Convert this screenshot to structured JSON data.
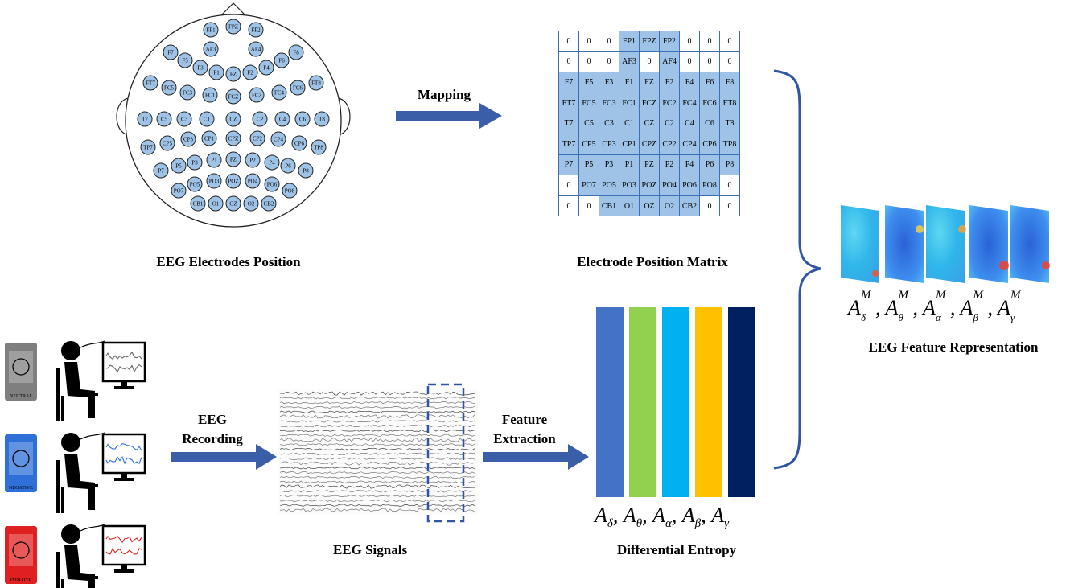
{
  "labels": {
    "electrodes_position": "EEG Electrodes Position",
    "position_matrix": "Electrode Position Matrix",
    "mapping": "Mapping",
    "eeg_recording_1": "EEG",
    "eeg_recording_2": "Recording",
    "eeg_signals": "EEG Signals",
    "feature_1": "Feature",
    "feature_2": "Extraction",
    "differential_entropy": "Differential Entropy",
    "feature_representation": "EEG Feature Representation"
  },
  "matrix": [
    [
      "0",
      "0",
      "0",
      "FP1",
      "FPZ",
      "FP2",
      "0",
      "0",
      "0"
    ],
    [
      "0",
      "0",
      "0",
      "AF3",
      "0",
      "AF4",
      "0",
      "0",
      "0"
    ],
    [
      "F7",
      "F5",
      "F3",
      "F1",
      "FZ",
      "F2",
      "F4",
      "F6",
      "F8"
    ],
    [
      "FT7",
      "FC5",
      "FC3",
      "FC1",
      "FCZ",
      "FC2",
      "FC4",
      "FC6",
      "FT8"
    ],
    [
      "T7",
      "C5",
      "C3",
      "C1",
      "CZ",
      "C2",
      "C4",
      "C6",
      "T8"
    ],
    [
      "TP7",
      "CP5",
      "CP3",
      "CP1",
      "CPZ",
      "CP2",
      "CP4",
      "CP6",
      "TP8"
    ],
    [
      "P7",
      "P5",
      "P3",
      "P1",
      "PZ",
      "P2",
      "P4",
      "P6",
      "P8"
    ],
    [
      "0",
      "PO7",
      "PO5",
      "PO3",
      "POZ",
      "PO4",
      "PO6",
      "PO8",
      "0"
    ],
    [
      "0",
      "0",
      "CB1",
      "O1",
      "OZ",
      "O2",
      "CB2",
      "0",
      "0"
    ]
  ],
  "head_electrodes": [
    {
      "n": "FP1"
    },
    {
      "n": "FPZ"
    },
    {
      "n": "FP2"
    },
    {
      "n": "AF3"
    },
    {
      "n": "AF4"
    },
    {
      "n": "F7"
    },
    {
      "n": "F5"
    },
    {
      "n": "F3"
    },
    {
      "n": "F1"
    },
    {
      "n": "FZ"
    },
    {
      "n": "F2"
    },
    {
      "n": "F4"
    },
    {
      "n": "F6"
    },
    {
      "n": "F8"
    },
    {
      "n": "FT7"
    },
    {
      "n": "FC5"
    },
    {
      "n": "FC3"
    },
    {
      "n": "FC1"
    },
    {
      "n": "FCZ"
    },
    {
      "n": "FC2"
    },
    {
      "n": "FC4"
    },
    {
      "n": "FC6"
    },
    {
      "n": "FT8"
    },
    {
      "n": "T7"
    },
    {
      "n": "C5"
    },
    {
      "n": "C3"
    },
    {
      "n": "C1"
    },
    {
      "n": "CZ"
    },
    {
      "n": "C2"
    },
    {
      "n": "C4"
    },
    {
      "n": "C6"
    },
    {
      "n": "T8"
    },
    {
      "n": "TP7"
    },
    {
      "n": "CP5"
    },
    {
      "n": "CP3"
    },
    {
      "n": "CP1"
    },
    {
      "n": "CPZ"
    },
    {
      "n": "CP2"
    },
    {
      "n": "CP4"
    },
    {
      "n": "CP6"
    },
    {
      "n": "TP8"
    },
    {
      "n": "P7"
    },
    {
      "n": "P5"
    },
    {
      "n": "P3"
    },
    {
      "n": "P1"
    },
    {
      "n": "PZ"
    },
    {
      "n": "P2"
    },
    {
      "n": "P4"
    },
    {
      "n": "P6"
    },
    {
      "n": "P8"
    },
    {
      "n": "PO7"
    },
    {
      "n": "PO5"
    },
    {
      "n": "PO3"
    },
    {
      "n": "POZ"
    },
    {
      "n": "PO4"
    },
    {
      "n": "PO6"
    },
    {
      "n": "PO8"
    },
    {
      "n": "CB1"
    },
    {
      "n": "O1"
    },
    {
      "n": "OZ"
    },
    {
      "n": "O2"
    },
    {
      "n": "CB2"
    }
  ],
  "bands": [
    {
      "sym": "A",
      "sub": "δ",
      "color": "#4472c4"
    },
    {
      "sym": "A",
      "sub": "θ",
      "color": "#92d050"
    },
    {
      "sym": "A",
      "sub": "α",
      "color": "#00b0f0"
    },
    {
      "sym": "A",
      "sub": "β",
      "color": "#ffc000"
    },
    {
      "sym": "A",
      "sub": "γ",
      "color": "#002060"
    }
  ],
  "rep_sup": "M",
  "subjects": [
    {
      "tag": "NEUTRAL",
      "color": "#7f7f7f"
    },
    {
      "tag": "NEGATIVE",
      "color": "#2e6fd8"
    },
    {
      "tag": "POSITIVE",
      "color": "#e02020"
    }
  ],
  "colors": {
    "arrow": "#3b5ea8",
    "brace": "#2f55a4",
    "electrode": "#9ec3e6",
    "dashed": "#2f55a4"
  }
}
